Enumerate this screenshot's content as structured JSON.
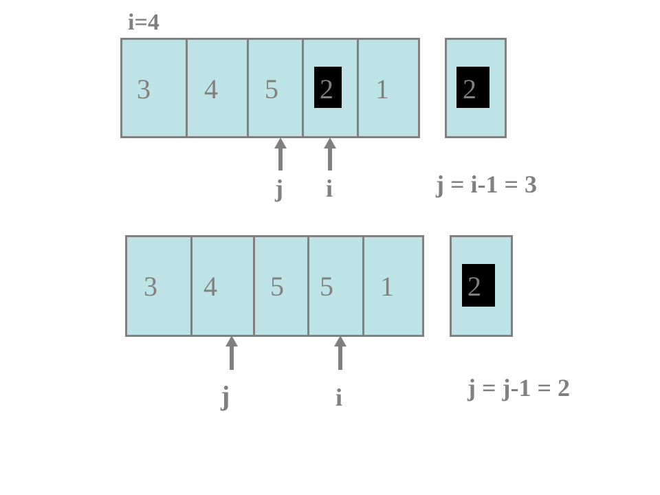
{
  "step1": {
    "title": "i=4",
    "cells": [
      "3",
      "4",
      "5",
      "2",
      "1"
    ],
    "temp": "2",
    "pointer_j": "j",
    "pointer_i": "i",
    "equation": "j = i-1 = 3"
  },
  "step2": {
    "cells": [
      "3",
      "4",
      "5",
      "5",
      "1"
    ],
    "temp": "2",
    "pointer_j": "j",
    "pointer_i": "i",
    "equation": "j = j-1 = 2"
  },
  "colors": {
    "cell_fill": "#bde3e6",
    "border": "#808080",
    "text": "#808080",
    "highlight": "#000000"
  }
}
